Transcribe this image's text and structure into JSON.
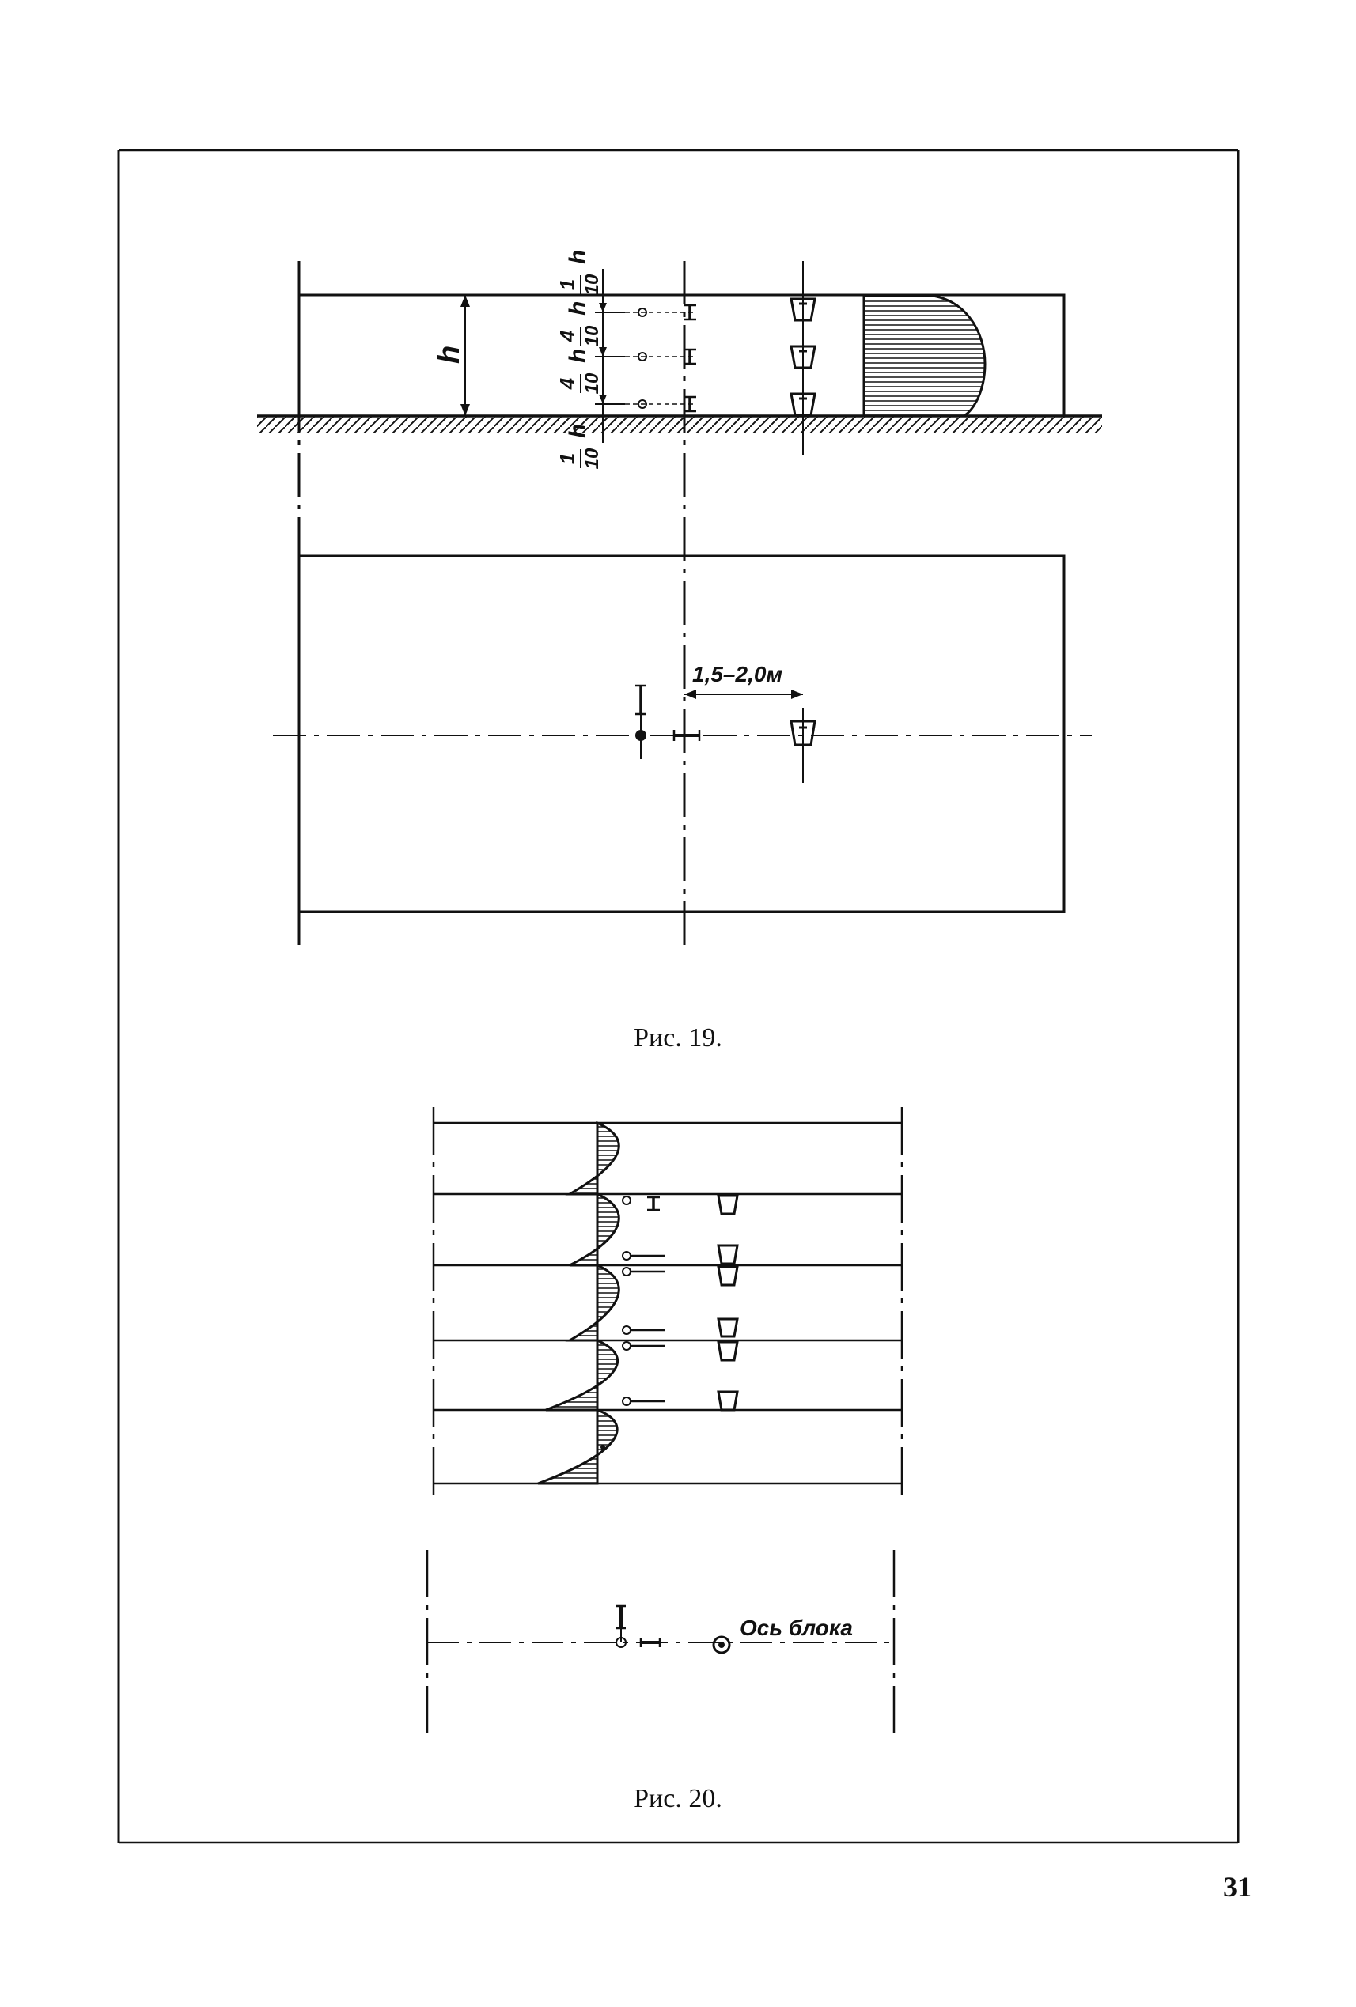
{
  "figure19": {
    "caption": "Рис. 19.",
    "height_symbol": "h",
    "fractions": [
      {
        "num": "1",
        "den": "10",
        "var": "h"
      },
      {
        "num": "4",
        "den": "10",
        "var": "h"
      },
      {
        "num": "4",
        "den": "10",
        "var": "h"
      },
      {
        "num": "1",
        "den": "10",
        "var": "h"
      }
    ],
    "distance_label": "1,5–2,0м"
  },
  "figure20": {
    "caption": "Рис. 20.",
    "axis_label": "Ось блока"
  },
  "page_number": "31"
}
